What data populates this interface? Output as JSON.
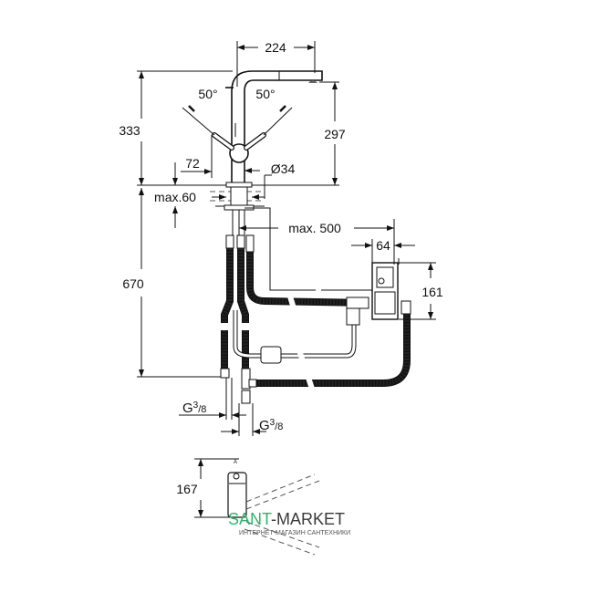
{
  "drawing": {
    "dim_spout_reach": "224",
    "dim_total_height": "333",
    "dim_spout_height": "297",
    "angle_left": "50°",
    "angle_right": "50°",
    "dim_lever_offset": "72",
    "dim_diameter": "Ø34",
    "dim_counter_thickness": "max.60",
    "dim_below_counter": "670",
    "dim_max_length": "max. 500",
    "dim_box_width": "64",
    "dim_box_height": "161",
    "connection_1": {
      "letter": "G",
      "sup": "3",
      "frac": "/8"
    },
    "connection_2": {
      "letter": "G",
      "sup": "3",
      "frac": "/8"
    },
    "dim_side_height": "167",
    "side_marker": "A"
  },
  "watermark": {
    "brand_part1": "SANT",
    "brand_part2": "-MARKET",
    "subtitle": "ИНТЕРНЕТ-МАГАЗИН САНТЕХНИКИ",
    "color_primary": "#2fb36a",
    "color_secondary": "#3a3a3a"
  }
}
